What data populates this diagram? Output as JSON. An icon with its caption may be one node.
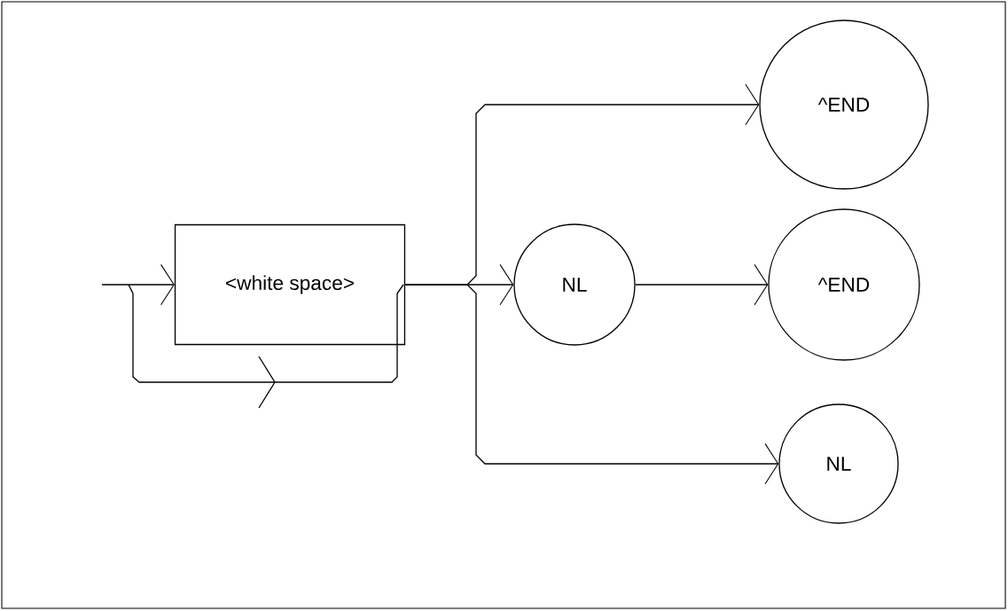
{
  "diagram": {
    "nodes": [
      {
        "text": [
          "<white space>"
        ]
      },
      {
        "text": [
          "^END"
        ]
      },
      {
        "text": [
          "NL"
        ]
      },
      {
        "text": [
          "^END"
        ]
      },
      {
        "text": [
          "NL"
        ]
      }
    ],
    "edges": [
      {
        "from": null,
        "to": 0,
        "arrow": "to"
      },
      {
        "from": 0,
        "to": 1,
        "arrow": "to"
      },
      {
        "from": 0,
        "to": 2,
        "arrow": "to"
      },
      {
        "from": 0,
        "to": 4,
        "arrow": "to"
      },
      {
        "from": 2,
        "to": 3,
        "arrow": "to"
      }
    ]
  }
}
